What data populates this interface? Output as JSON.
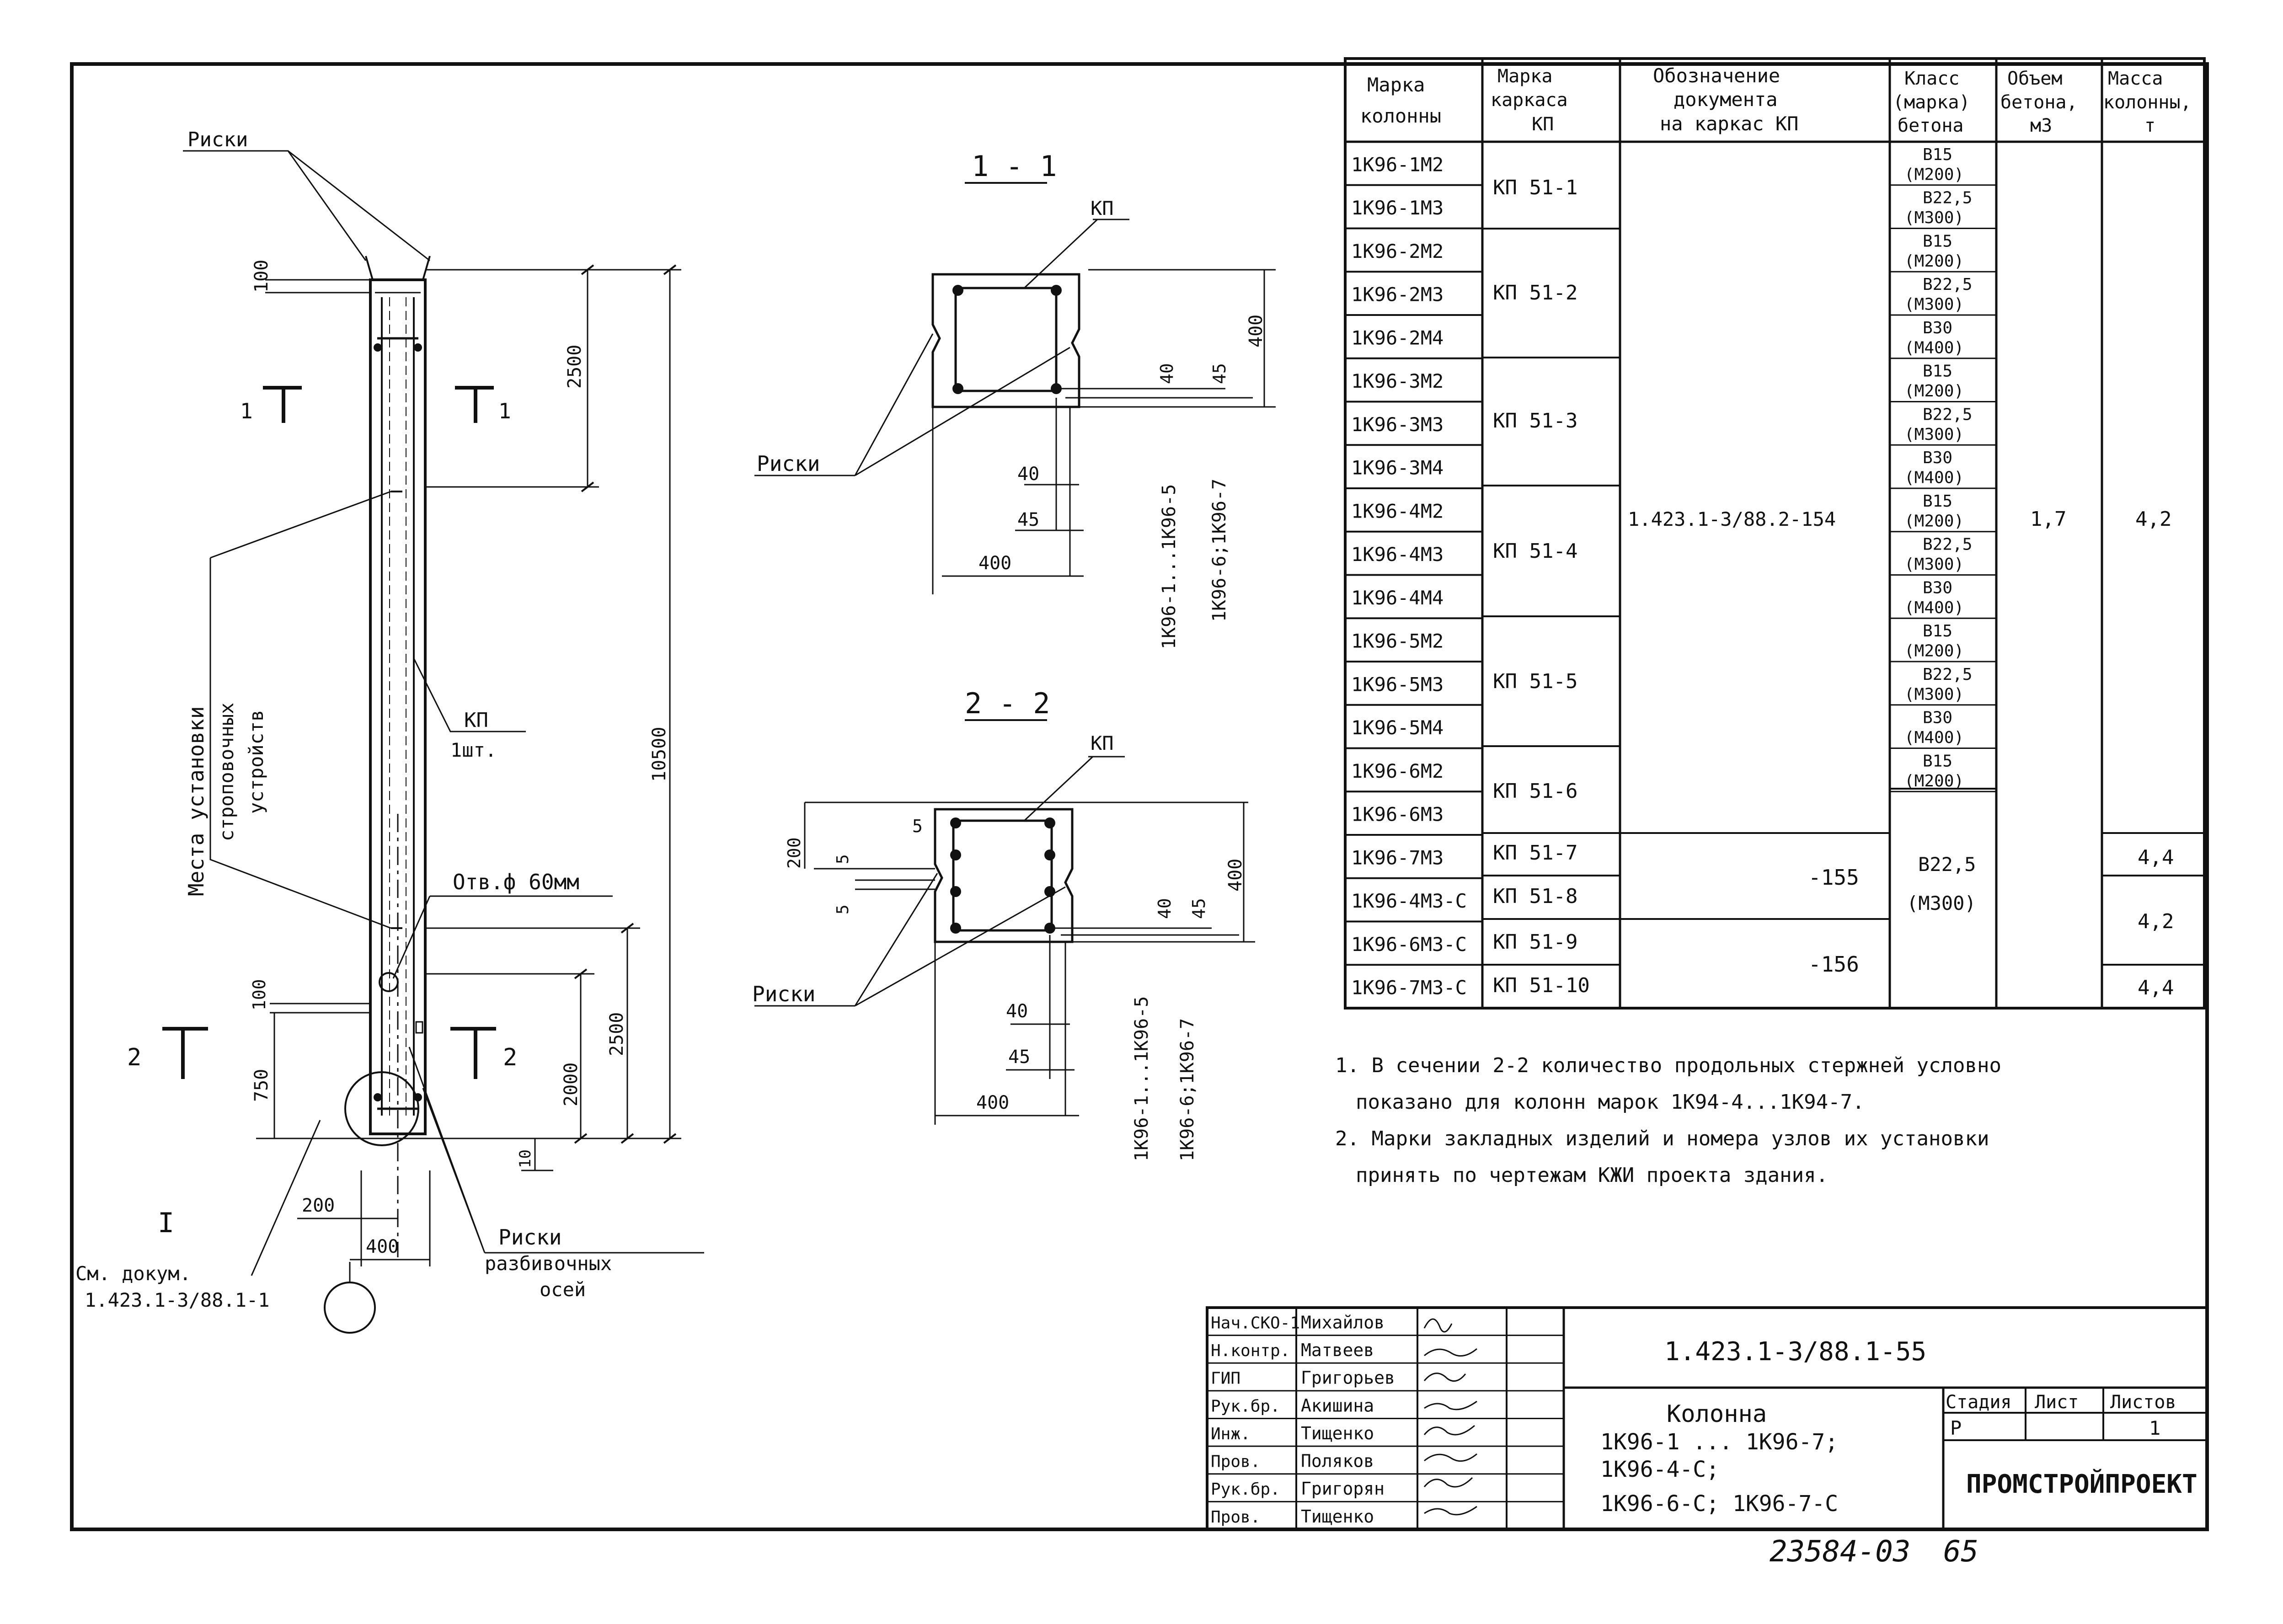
{
  "drawing": {
    "label_riski_top": "Риски",
    "label_riski_left": "Риски",
    "label_riski_section2": "Риски",
    "label_riski_bottom_1": "Риски",
    "label_riski_bottom_2": "разбивочных",
    "label_riski_bottom_3": "осей",
    "label_kp_main": "КП",
    "label_kp_count": "1шт.",
    "label_places_1": "Места установки",
    "label_places_2": "строповочных",
    "label_places_3": "устройств",
    "label_hole": "Отв.ф 60мм",
    "section_mark_1_left": "1",
    "section_mark_1_right": "1",
    "section_mark_2_left": "2",
    "section_mark_2_right": "2",
    "node_mark": "I",
    "see_doc_1": "См. докум.",
    "see_doc_2": "1.423.1-3/88.1-1",
    "dims": {
      "d100_top": "100",
      "d2500_top": "2500",
      "d10500": "10500",
      "d100_bottom": "100",
      "d750": "750",
      "d2000": "2000",
      "d2500_bottom": "2500",
      "d10": "10",
      "d200": "200",
      "d400": "400"
    }
  },
  "section_1": {
    "title": "1 - 1",
    "kp": "КП",
    "d40_v": "40",
    "d45_v": "45",
    "d400_v": "400",
    "d40_h": "40",
    "d45_h": "45",
    "d400_h": "400",
    "range_1": "1К96-1...1К96-5",
    "range_2": "1К96-6;1К96-7"
  },
  "section_2": {
    "title": "2 - 2",
    "kp": "КП",
    "d5_top": "5",
    "d200": "200",
    "d5_a": "5",
    "d5_b": "5",
    "d40_v": "40",
    "d45_v": "45",
    "d400_v": "400",
    "d40_h": "40",
    "d45_h": "45",
    "d400_h": "400",
    "range_1": "1К96-1...1К96-5",
    "range_2": "1К96-6;1К96-7"
  },
  "spec_table": {
    "headers": [
      [
        "Марка",
        "колонны"
      ],
      [
        "Марка",
        "каркаса",
        "КП"
      ],
      [
        "Обозначение",
        "документа",
        "на каркас КП"
      ],
      [
        "Класс",
        "(марка)",
        "бетона"
      ],
      [
        "Объем",
        "бетона,",
        "м3"
      ],
      [
        "Масса",
        "колонны,",
        "т"
      ]
    ],
    "column_marks": [
      "1К96-1М2",
      "1К96-1М3",
      "1К96-2М2",
      "1К96-2М3",
      "1К96-2М4",
      "1К96-3М2",
      "1К96-3М3",
      "1К96-3М4",
      "1К96-4М2",
      "1К96-4М3",
      "1К96-4М4",
      "1К96-5М2",
      "1К96-5М3",
      "1К96-5М4",
      "1К96-6М2",
      "1К96-6М3",
      "1К96-7М3",
      "1К96-4М3-С",
      "1К96-6М3-С",
      "1К96-7М3-С"
    ],
    "kp_marks": [
      "КП 51-1",
      "КП 51-2",
      "КП 51-3",
      "КП 51-4",
      "КП 51-5",
      "КП 51-6",
      "КП 51-7",
      "КП 51-8",
      "КП 51-9",
      "КП 51-10"
    ],
    "doc_main": "1.423.1-3/88.2-154",
    "doc_155": "-155",
    "doc_156": "-156",
    "concrete_classes": [
      [
        "В15",
        "(М200)"
      ],
      [
        "В22,5",
        "(М300)"
      ],
      [
        "В15",
        "(М200)"
      ],
      [
        "В22,5",
        "(М300)"
      ],
      [
        "В30",
        "(М400)"
      ],
      [
        "В15",
        "(М200)"
      ],
      [
        "В22,5",
        "(М300)"
      ],
      [
        "В30",
        "(М400)"
      ],
      [
        "В15",
        "(М200)"
      ],
      [
        "В22,5",
        "(М300)"
      ],
      [
        "В30",
        "(М400)"
      ],
      [
        "В15",
        "(М200)"
      ],
      [
        "В22,5",
        "(М300)"
      ],
      [
        "В30",
        "(М400)"
      ],
      [
        "В15",
        "(М200)"
      ]
    ],
    "concrete_merged": [
      "В22,5",
      "(М300)"
    ],
    "volume": "1,7",
    "mass_main": "4,2",
    "mass_7m3": "4,4",
    "mass_s": "4,2",
    "mass_7m3s": "4,4"
  },
  "notes": [
    "1. В сечении 2-2 количество продольных стержней условно",
    "показано для колонн марок 1К94-4...1К94-7.",
    "2. Марки закладных изделий и номера узлов их установки",
    "принять по чертежам КЖИ проекта здания."
  ],
  "title_block": {
    "roles": [
      "Нач.СКО-1",
      "Н.контр.",
      "ГИП",
      "Рук.бр.",
      "Инж.",
      "Пров.",
      "Рук.бр.",
      "Пров."
    ],
    "names": [
      "Михайлов",
      "Матвеев",
      "Григорьев",
      "Акишина",
      "Тищенко",
      "Поляков",
      "Григорян",
      "Тищенко"
    ],
    "doc_code": "1.423.1-3/88.1-55",
    "title_1": "Колонна",
    "title_2": "1К96-1 ... 1К96-7;",
    "title_3": "1К96-4-С;",
    "title_4": "1К96-6-С; 1К96-7-С",
    "stage_label": "Стадия",
    "sheet_label": "Лист",
    "sheets_label": "Листов",
    "stage": "Р",
    "sheet": "",
    "sheets": "1",
    "org": "ПРОМСТРОЙПРОЕКТ"
  },
  "footer": {
    "inventory": "23584-03",
    "page": "65"
  }
}
